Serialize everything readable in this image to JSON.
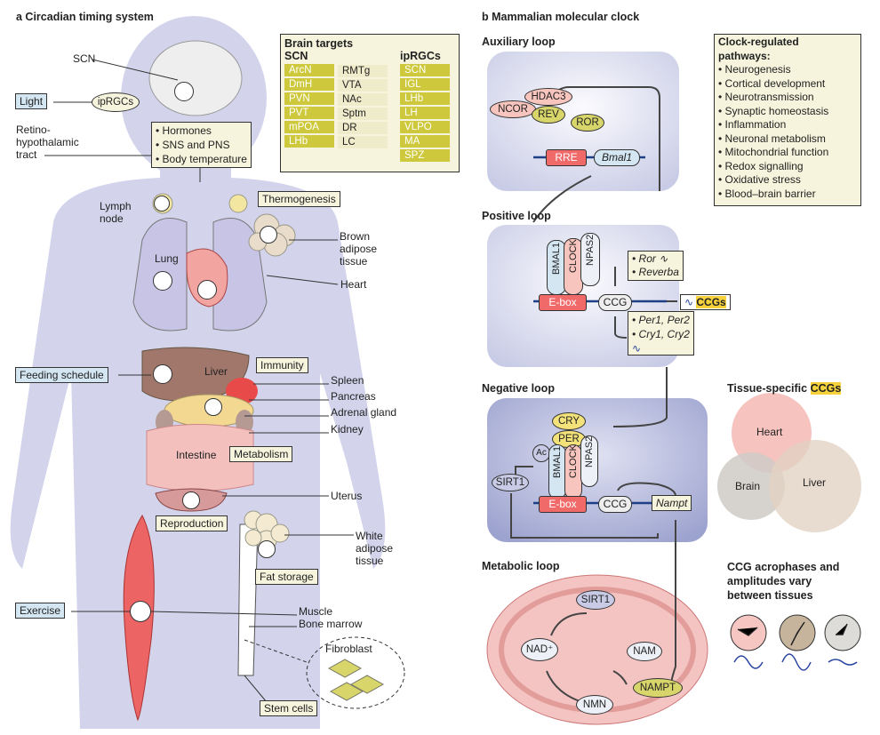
{
  "panel_a": {
    "title": "a  Circadian timing system",
    "scn": "SCN",
    "light": "Light",
    "iprgcs": "ipRGCs",
    "rht": [
      "Retino-",
      "hypothalamic",
      "tract"
    ],
    "outputs": [
      "Hormones",
      "SNS and PNS",
      "Body temperature"
    ],
    "brain_targets": {
      "title": "Brain targets",
      "scn_head": "SCN",
      "iprgc_head": "ipRGCs",
      "scn_col1": [
        "ArcN",
        "DmH",
        "PVN",
        "PVT",
        "mPOA",
        "LHb"
      ],
      "scn_col2": [
        "RMTg",
        "VTA",
        "NAc",
        "Sptm",
        "DR",
        "LC"
      ],
      "iprgc_col": [
        "SCN",
        "IGL",
        "LHb",
        "LH",
        "VLPO",
        "MA",
        "SPZ"
      ]
    },
    "lymph": [
      "Lymph",
      "node"
    ],
    "thermogenesis": "Thermogenesis",
    "brown": [
      "Brown",
      "adipose",
      "tissue"
    ],
    "lung": "Lung",
    "heart": "Heart",
    "feeding": "Feeding schedule",
    "liver": "Liver",
    "immunity": "Immunity",
    "spleen": "Spleen",
    "pancreas": "Pancreas",
    "adrenal": "Adrenal gland",
    "kidney": "Kidney",
    "intestine": "Intestine",
    "metabolism": "Metabolism",
    "uterus": "Uterus",
    "reproduction": "Reproduction",
    "white": [
      "White",
      "adipose",
      "tissue"
    ],
    "fat": "Fat storage",
    "exercise": "Exercise",
    "muscle": "Muscle",
    "bone": "Bone marrow",
    "fibroblast": "Fibroblast",
    "stem": "Stem cells"
  },
  "panel_b": {
    "title": "b  Mammalian molecular clock",
    "aux": {
      "title": "Auxiliary loop",
      "ncor": "NCOR",
      "hdac3": "HDAC3",
      "rev": "REV",
      "ror": "ROR",
      "rre": "RRE",
      "bmal1": "Bmal1"
    },
    "pathways": {
      "title": [
        "Clock-regulated",
        "pathways:"
      ],
      "items": [
        "Neurogenesis",
        "Cortical development",
        "Neurotransmission",
        "Synaptic homeostasis",
        "Inflammation",
        "Neuronal metabolism",
        "Mitochondrial function",
        "Redox signalling",
        "Oxidative stress",
        "Blood–brain barrier"
      ]
    },
    "pos": {
      "title": "Positive loop",
      "bmal1": "BMAL1",
      "clock": "CLOCK",
      "npas2": "NPAS2",
      "ebox": "E-box",
      "ccg": "CCG",
      "ror": "Ror",
      "reverba": "Reverba",
      "ccgs": "CCGs",
      "per": "Per1, Per2",
      "cry": "Cry1, Cry2"
    },
    "neg": {
      "title": "Negative loop",
      "cry": "CRY",
      "per": "PER",
      "ac": "Ac",
      "sirt1": "SIRT1",
      "bmal1": "BMAL1",
      "clock": "CLOCK",
      "npas2": "NPAS2",
      "ebox": "E-box",
      "ccg": "CCG",
      "nampt": "Nampt"
    },
    "tissue": {
      "title": "Tissue-specific",
      "ccgs": "CCGs",
      "heart": "Heart",
      "brain": "Brain",
      "liver": "Liver"
    },
    "meta": {
      "title": "Metabolic loop",
      "sirt1": "SIRT1",
      "nad": "NAD⁺",
      "nam": "NAM",
      "nampt": "NAMPT",
      "nmn": "NMN"
    },
    "acro": [
      "CCG acrophases and",
      "amplitudes vary",
      "between tissues"
    ]
  },
  "colors": {
    "body": "#cfd0ea",
    "light_box": "#d3e6f2",
    "ccg_yellow": "#f5d23c",
    "ebox": "#f06a6a"
  }
}
